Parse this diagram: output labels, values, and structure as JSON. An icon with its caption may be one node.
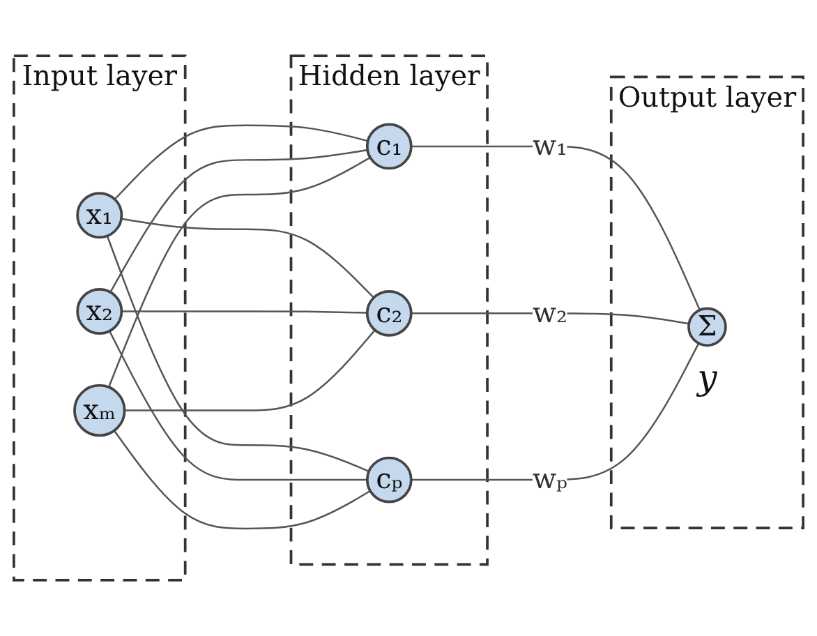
{
  "diagram": {
    "nodes": [
      {
        "text": [
          "Input layer"
        ]
      },
      {
        "text": [
          "x₁"
        ],
        "in": 0
      },
      {
        "text": [
          "x₂"
        ],
        "in": 0
      },
      {
        "text": [
          "xₘ"
        ],
        "in": 0
      },
      {
        "text": [
          "Hidden layer"
        ]
      },
      {
        "text": [
          "c₁"
        ],
        "in": 4
      },
      {
        "text": [
          "c₂"
        ],
        "in": 4
      },
      {
        "text": [
          "cₚ"
        ],
        "in": 4
      },
      {
        "text": [
          "Output layer"
        ]
      },
      {
        "text": [
          "Σ"
        ],
        "beside": [
          "y"
        ],
        "in": 8
      }
    ],
    "edges": [
      {
        "from": 1,
        "to": 5,
        "arrow": "none"
      },
      {
        "from": 1,
        "to": 6,
        "arrow": "none"
      },
      {
        "from": 1,
        "to": 7,
        "arrow": "none"
      },
      {
        "from": 2,
        "to": 5,
        "arrow": "none"
      },
      {
        "from": 2,
        "to": 6,
        "arrow": "none"
      },
      {
        "from": 2,
        "to": 7,
        "arrow": "none"
      },
      {
        "from": 3,
        "to": 5,
        "arrow": "none"
      },
      {
        "from": 3,
        "to": 6,
        "arrow": "none"
      },
      {
        "from": 3,
        "to": 7,
        "arrow": "none"
      },
      {
        "from": 5,
        "to": 9,
        "arrow": "none",
        "label": "w₁"
      },
      {
        "from": 6,
        "to": 9,
        "arrow": "none",
        "label": "w₂"
      },
      {
        "from": 7,
        "to": 9,
        "arrow": "none",
        "label": "wₚ"
      }
    ]
  }
}
